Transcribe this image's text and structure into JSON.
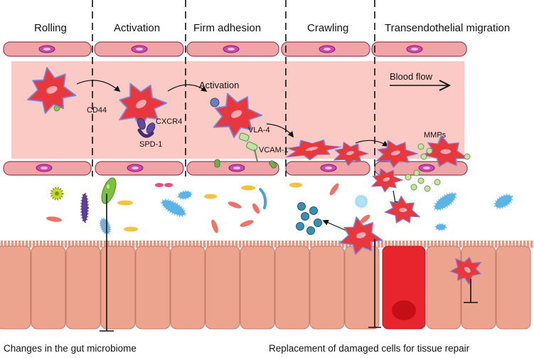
{
  "stages": {
    "rolling": "Rolling",
    "activation": "Activation",
    "firm_adhesion": "Firm adhesion",
    "crawling": "Crawling",
    "transmigration": "Transendothelial migration"
  },
  "labels": {
    "cd44": "CD44",
    "cxcr4": "CXCR4",
    "spd1": "SPD-1",
    "activation": "Activation",
    "vla4": "VLA-4",
    "vcam1": "VCAM-1",
    "blood_flow": "Blood flow",
    "mmps": "MMPs"
  },
  "captions": {
    "microbiome": "Changes in the gut microbiome",
    "tissue_repair": "Replacement of damaged cells for tissue repair"
  },
  "colors": {
    "leukocyte": "#e8383d",
    "endothelium": "#f0a4a6",
    "lumen": "#fbcac5",
    "epithelium": "#eca48f",
    "damaged_cell": "#e8242d"
  }
}
